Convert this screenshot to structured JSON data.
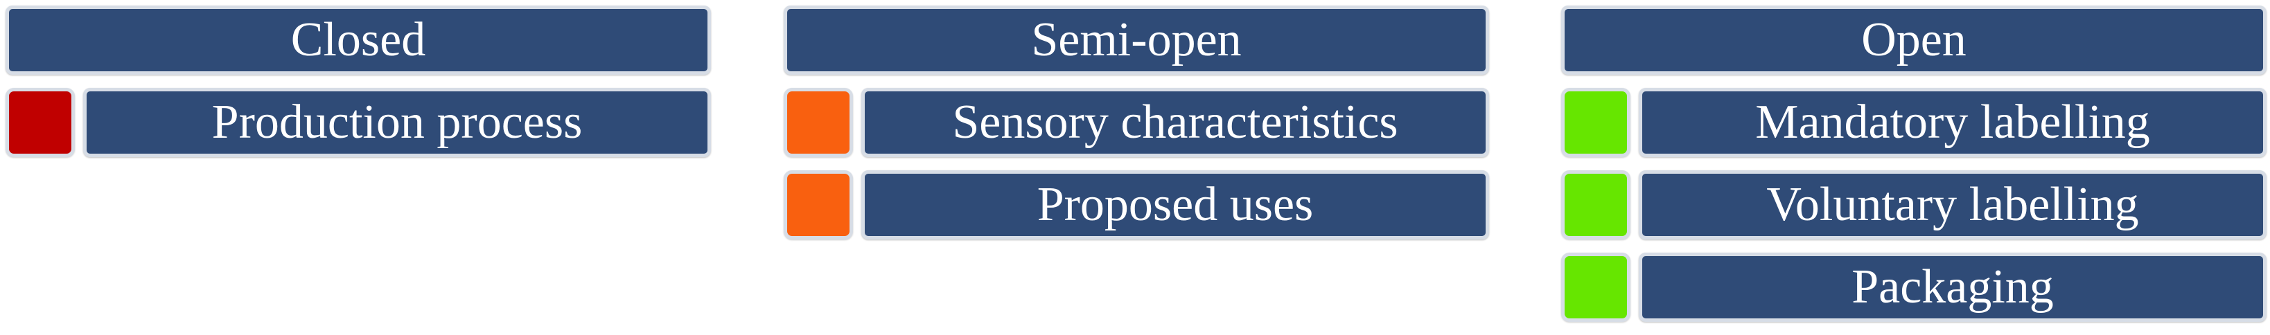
{
  "colors": {
    "box_fill": "#2f4b77",
    "box_border": "#d7dde6",
    "closed": "#c00000",
    "semi_open": "#f9600f",
    "open": "#66e600"
  },
  "columns": [
    {
      "header": "Closed",
      "status_color": "#c00000",
      "items": [
        "Production process"
      ]
    },
    {
      "header": "Semi-open",
      "status_color": "#f9600f",
      "items": [
        "Sensory characteristics",
        "Proposed uses"
      ]
    },
    {
      "header": "Open",
      "status_color": "#66e600",
      "items": [
        "Mandatory labelling",
        "Voluntary labelling",
        "Packaging"
      ]
    }
  ]
}
